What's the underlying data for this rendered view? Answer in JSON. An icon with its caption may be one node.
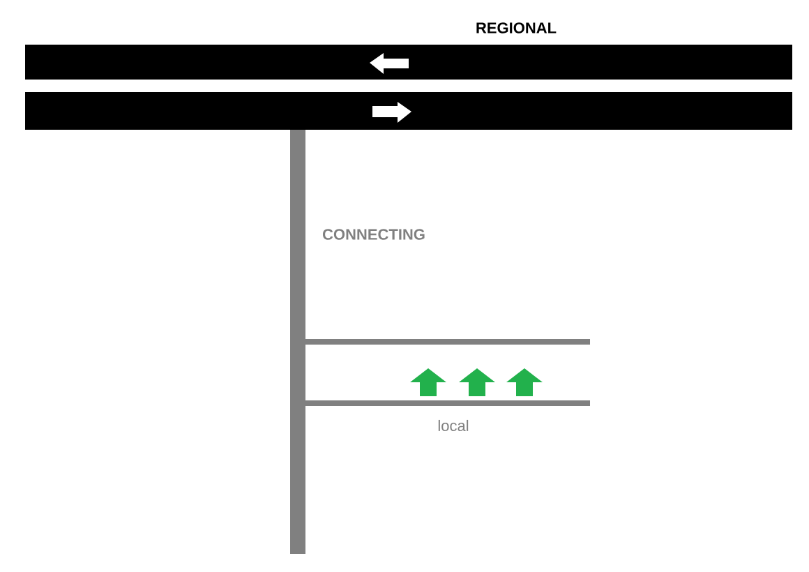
{
  "diagram": {
    "labels": [
      "REGIONAL",
      "CONNECTING",
      "local"
    ]
  }
}
